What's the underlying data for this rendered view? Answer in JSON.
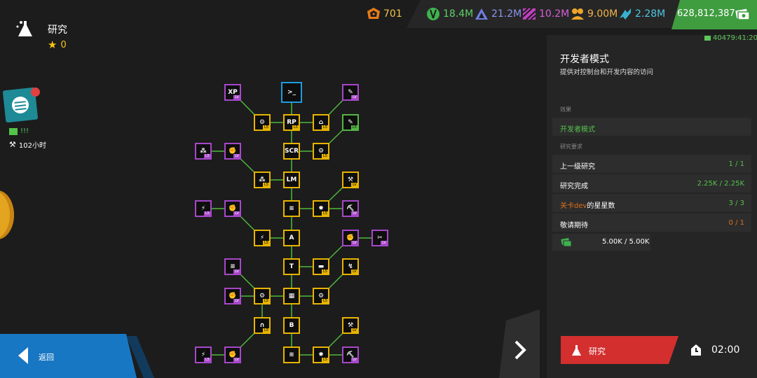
{
  "header": {
    "title": "研究",
    "stars": "0"
  },
  "resources": {
    "gems": "701",
    "r1": "18.4M",
    "r2": "21.2M",
    "r3": "10.2M",
    "r4": "9.00M",
    "r5": "2.28M",
    "money": "628,812,387",
    "timer": "40479:41:20"
  },
  "left": {
    "alert": "!!!",
    "time": "102小时"
  },
  "nav": {
    "back": "返回"
  },
  "panel": {
    "title": "开发者模式",
    "desc": "提供对控制台和开发内容的访问",
    "effect_header": "效果",
    "effect": "开发者模式",
    "req_header": "研究要求",
    "req1_label": "上一级研究",
    "req1_val": "1 / 1",
    "req2_label": "研究完成",
    "req2_val": "2.25K / 2.25K",
    "req3_prefix": "关卡dev",
    "req3_suffix": "的星星数",
    "req3_val": "3 / 3",
    "req4_label": "敬请期待",
    "req4_val": "0 / 1",
    "cost": "5.00K / 5.00K",
    "research_btn": "研究",
    "duration": "02:00"
  },
  "colors": {
    "accent_green": "#55c24a",
    "accent_red": "#d32f2f",
    "accent_blue": "#1877c3",
    "warn_orange": "#e0701a",
    "node_yellow": "#e8b400",
    "node_purple": "#a648c9"
  },
  "tree": {
    "nodes": [
      {
        "sym": "XP",
        "lv": "LV"
      },
      {
        "sym": ">_",
        "lv": ""
      },
      {
        "sym": "✎",
        "lv": "LV"
      },
      {
        "sym": "⚙",
        "lv": "L5"
      },
      {
        "sym": "RP",
        "lv": "L5"
      },
      {
        "sym": "⌂",
        "lv": "L5"
      },
      {
        "sym": "✎",
        "lv": "L5"
      },
      {
        "sym": "⁂",
        "lv": "L5"
      },
      {
        "sym": "✊",
        "lv": "LV"
      },
      {
        "sym": "SCR",
        "lv": ""
      },
      {
        "sym": "⚙",
        "lv": "L5"
      },
      {
        "sym": "⁂",
        "lv": "L5"
      },
      {
        "sym": "LM",
        "lv": ""
      },
      {
        "sym": "⚒",
        "lv": "LV"
      },
      {
        "sym": "⚡",
        "lv": "L5"
      },
      {
        "sym": "✊",
        "lv": "LV"
      },
      {
        "sym": "≋",
        "lv": ""
      },
      {
        "sym": "✹",
        "lv": "L5"
      },
      {
        "sym": "⛏",
        "lv": "LV"
      },
      {
        "sym": "⚡",
        "lv": "L5"
      },
      {
        "sym": "A",
        "lv": ""
      },
      {
        "sym": "✊",
        "lv": "LV"
      },
      {
        "sym": "✂",
        "lv": "LV"
      },
      {
        "sym": "≡",
        "lv": "LV"
      },
      {
        "sym": "T",
        "lv": ""
      },
      {
        "sym": "▬",
        "lv": "L5"
      },
      {
        "sym": "↯",
        "lv": "LV"
      },
      {
        "sym": "✊",
        "lv": "LV"
      },
      {
        "sym": "⚙",
        "lv": "L5"
      },
      {
        "sym": "▦",
        "lv": ""
      },
      {
        "sym": "⚙",
        "lv": "L5"
      },
      {
        "sym": "∩",
        "lv": "L5"
      },
      {
        "sym": "B",
        "lv": ""
      },
      {
        "sym": "⚒",
        "lv": "LV"
      },
      {
        "sym": "⚡",
        "lv": "L5"
      },
      {
        "sym": "✊",
        "lv": "LV"
      },
      {
        "sym": "≋",
        "lv": ""
      },
      {
        "sym": "✹",
        "lv": "L5"
      },
      {
        "sym": "⛏",
        "lv": "LV"
      }
    ]
  }
}
